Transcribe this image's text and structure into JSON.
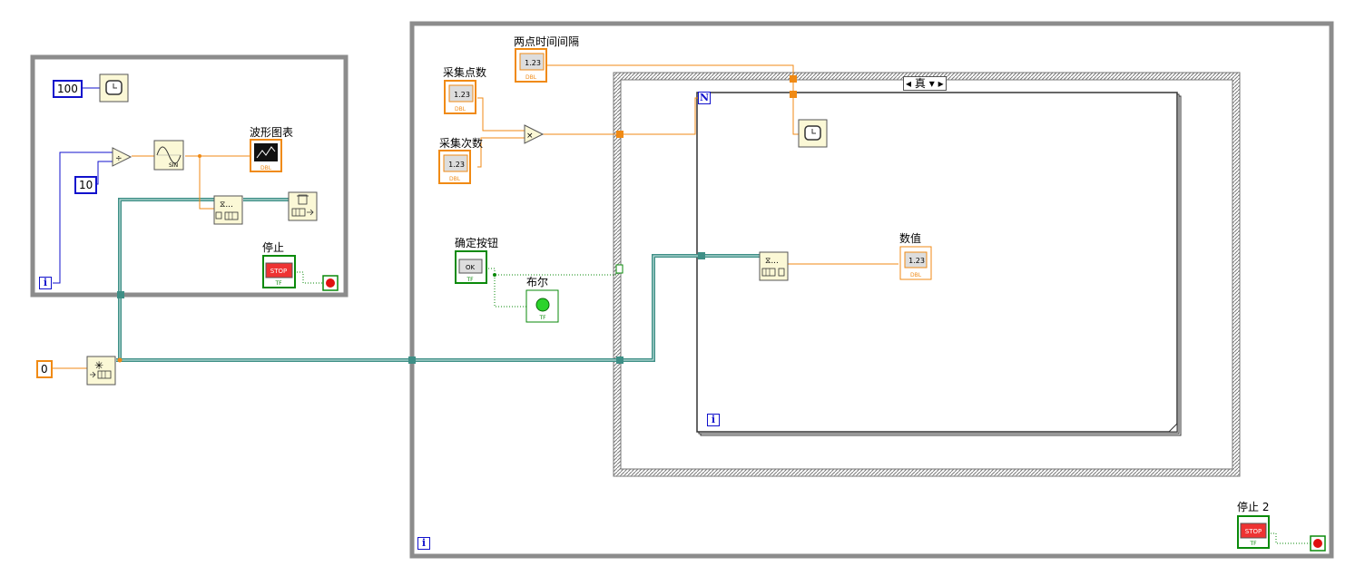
{
  "left_loop": {
    "wait_ms_constant": "100",
    "divisor_constant": "10",
    "chart_label": "波形图表",
    "stop_label": "停止",
    "iteration_terminal": "i",
    "stop_icon_text": "STOP",
    "tf_text": "TF",
    "dbl_text": "DBL",
    "sin_text": "SIN"
  },
  "queue_size_constant": "0",
  "right_loop": {
    "interval_label": "两点时间间隔",
    "samples_label": "采集点数",
    "count_label": "采集次数",
    "ok_button_label": "确定按钮",
    "bool_label": "布尔",
    "value_label": "数值",
    "case_selector": "真",
    "for_count_terminal": "N",
    "for_iteration_terminal": "i",
    "while_iteration_terminal": "i",
    "stop2_label": "停止 2",
    "numeric_text": "1.23",
    "ok_text": "OK",
    "stop_icon_text": "STOP",
    "tf_text": "TF",
    "dbl_text": "DBL"
  },
  "colors": {
    "numeric_wire": "#f08a14",
    "int_wire": "#1111cc",
    "bool_wire": "#0a8a0a",
    "queue_wire": "#3e8f86",
    "structure_border": "#8c8c8c",
    "node_fill": "#fbf8d6"
  }
}
